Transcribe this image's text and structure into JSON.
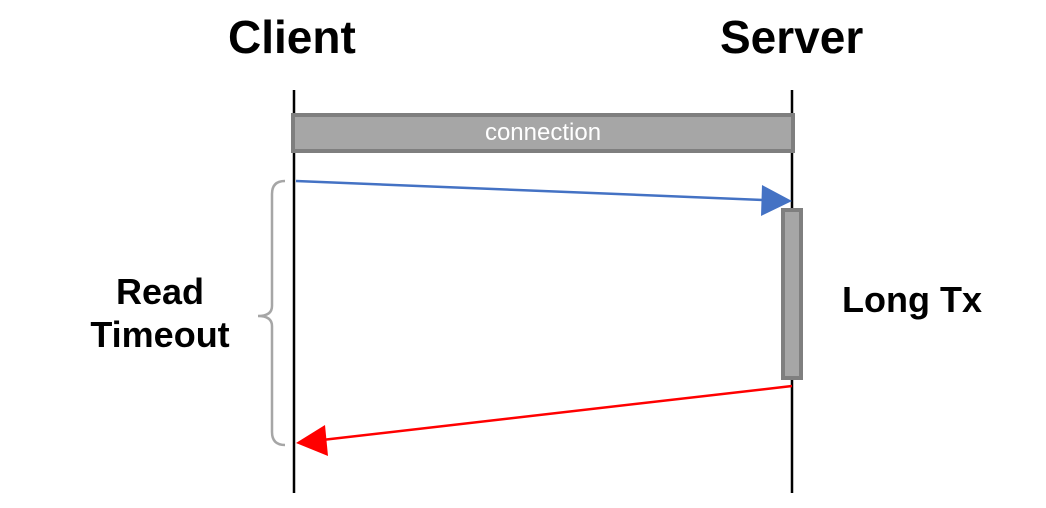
{
  "client_label": "Client",
  "server_label": "Server",
  "connection_label": "connection",
  "timeout_label": [
    "Read",
    "Timeout"
  ],
  "transaction_label": "Long Tx",
  "colors": {
    "request_arrow": "#4472c4",
    "response_arrow": "#ff0000",
    "connection_bar": "#a6a6a6",
    "bar_border": "#7f7f7f",
    "brace": "#a6a6a6",
    "lifeline": "#000000"
  }
}
